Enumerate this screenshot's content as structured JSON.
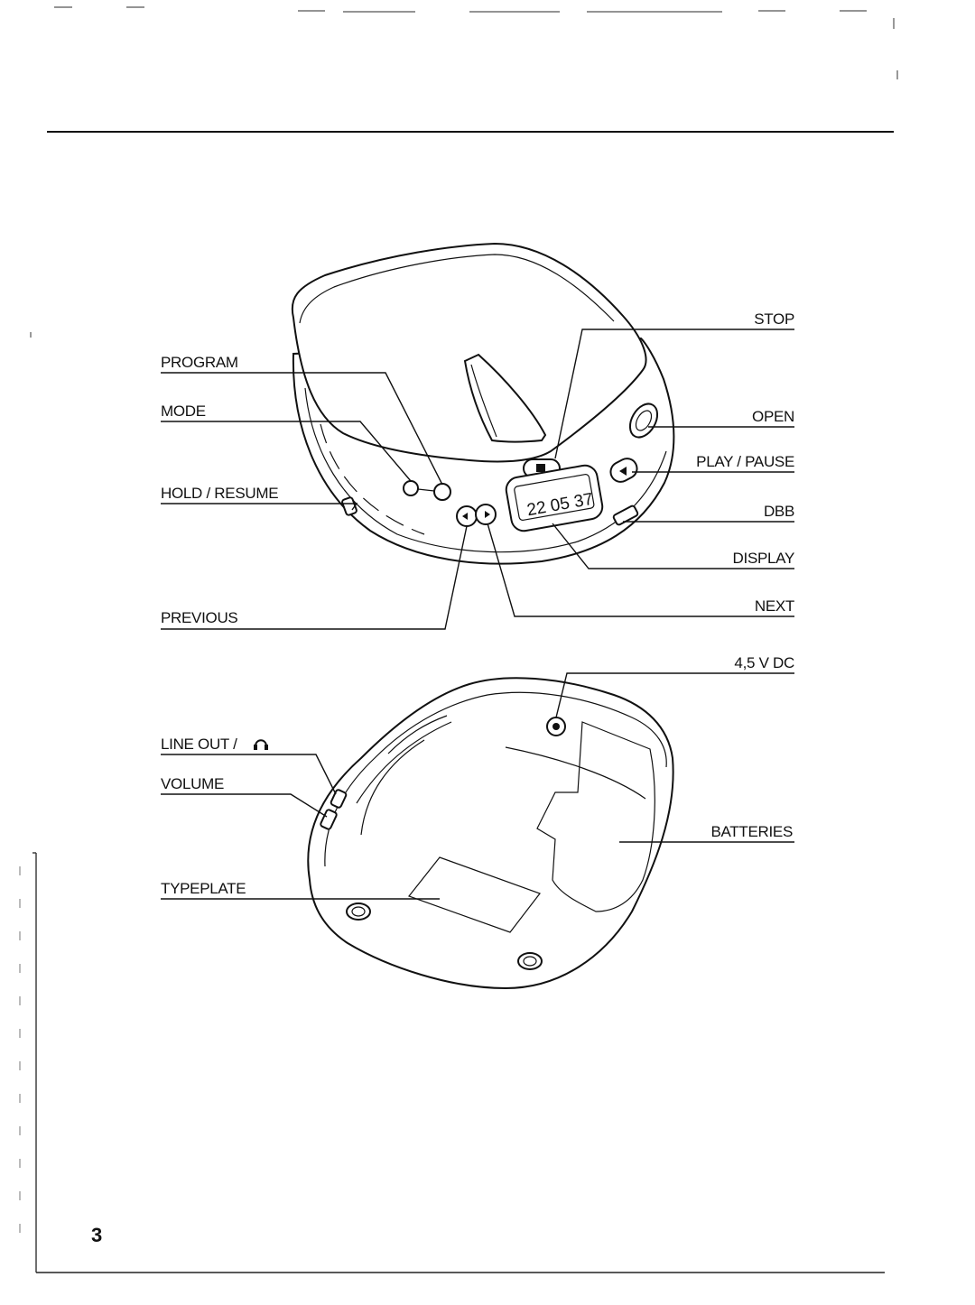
{
  "page_number": "3",
  "labels": {
    "stop": "STOP",
    "program": "PROGRAM",
    "mode": "MODE",
    "open": "OPEN",
    "play_pause": "PLAY / PAUSE",
    "hold_resume": "HOLD / RESUME",
    "dbb": "DBB",
    "display": "DISPLAY",
    "previous": "PREVIOUS",
    "next": "NEXT",
    "dc_in": "4,5 V DC",
    "line_out": "LINE OUT /",
    "volume": "VOLUME",
    "batteries": "BATTERIES",
    "typeplate": "TYPEPLATE"
  },
  "icons": {
    "headphones": "headphones-icon",
    "stop": "stop-icon",
    "play_pause": "play-pause-icon",
    "previous": "previous-icon",
    "next": "next-icon",
    "dc_power": "power-socket-icon"
  }
}
